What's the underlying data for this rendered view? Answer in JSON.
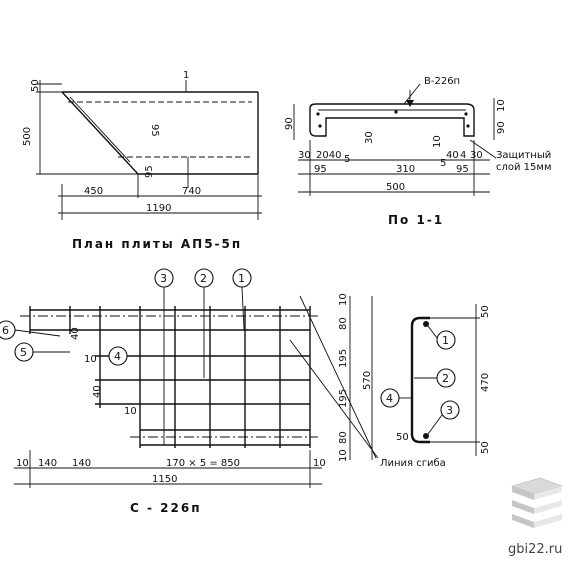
{
  "plan": {
    "title": "План плиты АП5-5п",
    "dims": {
      "d50": "50",
      "d500": "500",
      "d95a": "95",
      "d95b": "95",
      "d450": "450",
      "d740": "740",
      "d1190": "1190",
      "mark1": "1"
    }
  },
  "section": {
    "title": "По 1-1",
    "callout": "В-226п",
    "protective_line1": "Защитный",
    "protective_line2": "слой 15мм",
    "dims": {
      "d90l": "90",
      "d90r": "90",
      "d10r": "10",
      "d30a": "30",
      "d30top": "30",
      "d2040": "2040",
      "d5a": "5",
      "d95l": "95",
      "d310": "310",
      "d5b": "5",
      "d40": "40",
      "d4": "4",
      "d30b": "30",
      "d10b": "10",
      "d95r": "95",
      "d500": "500"
    }
  },
  "mesh": {
    "title": "С - 226п",
    "bend_line": "Линия сгиба",
    "callouts": [
      "3",
      "2",
      "1",
      "6",
      "5",
      "4"
    ],
    "dims": {
      "d10top": "10",
      "d80top": "80",
      "d195a": "195",
      "d195b": "195",
      "d80bot": "80",
      "d10bot": "10",
      "d570": "570",
      "d40a": "40",
      "d10a": "10",
      "d40b": "40",
      "d10c": "10",
      "b10l": "10",
      "b140a": "140",
      "b140b": "140",
      "b170": "170 × 5 = 850",
      "b10r": "10",
      "b1150": "1150"
    }
  },
  "profile": {
    "callouts": [
      "1",
      "2",
      "3",
      "4"
    ],
    "dims": {
      "d50top": "50",
      "d470": "470",
      "d50bot": "50",
      "d50r": "50"
    }
  },
  "watermark": {
    "site": "gbi22.ru"
  }
}
